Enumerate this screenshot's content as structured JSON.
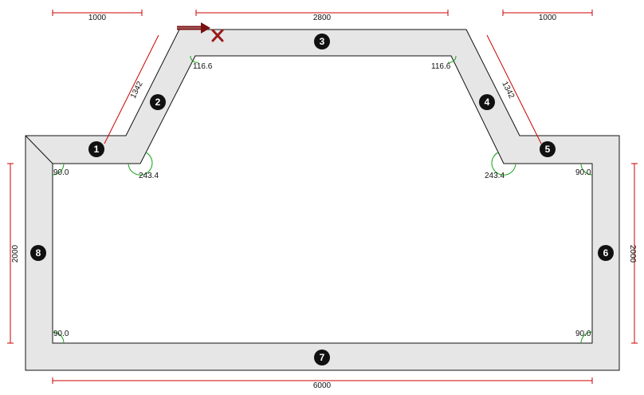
{
  "dimensions": {
    "top_left": "1000",
    "top_middle": "2800",
    "top_right": "1000",
    "diag_left": "1342",
    "diag_right": "1342",
    "left": "2000",
    "right": "2000",
    "bottom": "6000"
  },
  "angles": {
    "inner_top_left": "90.0",
    "reflex_left": "243.4",
    "obtuse_left": "116.6",
    "obtuse_right": "116.6",
    "reflex_right": "243.4",
    "inner_top_right": "90.0",
    "inner_bottom_left": "90.0",
    "inner_bottom_right": "90.0"
  },
  "segments": [
    "1",
    "2",
    "3",
    "4",
    "5",
    "6",
    "7",
    "8"
  ],
  "colors": {
    "wall_fill": "#e6e6e6",
    "outline": "#111111",
    "dimension": "#cc0000",
    "angle": "#1aa01a",
    "badge": "#111111",
    "arrow": "#7a1010",
    "marker": "#9b1b1b"
  },
  "icons": {
    "start_arrow": "start-arrow-icon",
    "start_marker": "close-icon"
  }
}
